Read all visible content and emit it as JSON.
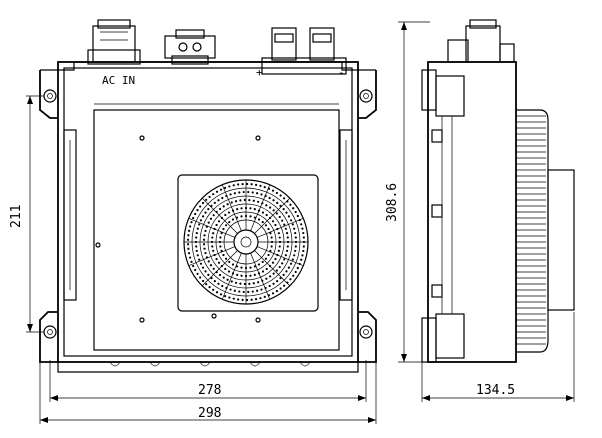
{
  "labels": {
    "ac_in": "AC IN",
    "plus": "+",
    "minus": "-"
  },
  "dimensions": {
    "front_width_outer": "298",
    "front_width_inner": "278",
    "front_height_mount": "211",
    "side_height": "308.6",
    "side_depth": "134.5"
  }
}
